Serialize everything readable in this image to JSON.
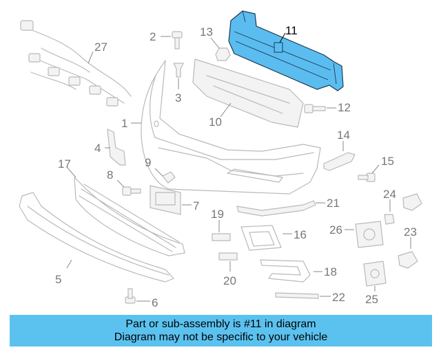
{
  "diagram": {
    "labels": {
      "p1": "1",
      "p2": "2",
      "p3": "3",
      "p4": "4",
      "p5": "5",
      "p6": "6",
      "p7": "7",
      "p8": "8",
      "p9": "9",
      "p10": "10",
      "p11": "11",
      "p12": "12",
      "p13": "13",
      "p14": "14",
      "p15": "15",
      "p16": "16",
      "p17": "17",
      "p18": "18",
      "p19": "19",
      "p20": "20",
      "p21": "21",
      "p22": "22",
      "p23": "23",
      "p24": "24",
      "p25": "25",
      "p26": "26",
      "p27": "27"
    },
    "highlight_part": "11",
    "colors": {
      "highlight": "#5bbcf0",
      "banner": "#5bc2f0",
      "parts": "#b9b9b9"
    }
  },
  "banner": {
    "line1": "Part or sub-assembly is #11 in diagram",
    "line2": "Diagram may not be specific to your vehicle"
  }
}
